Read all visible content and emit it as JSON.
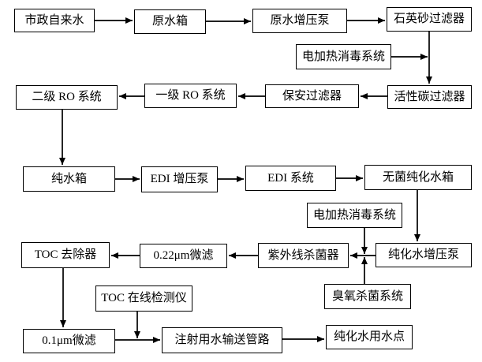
{
  "diagram": {
    "type": "flowchart",
    "background_color": "#ffffff",
    "line_color": "#000000",
    "box_border_color": "#000000",
    "box_fill_color": "#ffffff",
    "text_color": "#000000",
    "nodes": [
      {
        "id": "city-water",
        "label": "市政自来水"
      },
      {
        "id": "raw-tank",
        "label": "原水箱"
      },
      {
        "id": "raw-pump",
        "label": "原水增压泵"
      },
      {
        "id": "quartz-filter",
        "label": "石英砂过滤器"
      },
      {
        "id": "heater-1",
        "label": "电加热消毒系统"
      },
      {
        "id": "carbon-filter",
        "label": "活性碳过滤器"
      },
      {
        "id": "security-filter",
        "label": "保安过滤器"
      },
      {
        "id": "ro-1",
        "label": "一级 RO 系统"
      },
      {
        "id": "ro-2",
        "label": "二级 RO 系统"
      },
      {
        "id": "pure-tank",
        "label": "纯水箱"
      },
      {
        "id": "edi-pump",
        "label": "EDI 增压泵"
      },
      {
        "id": "edi-system",
        "label": "EDI 系统"
      },
      {
        "id": "sterile-tank",
        "label": "无菌纯化水箱"
      },
      {
        "id": "heater-2",
        "label": "电加热消毒系统"
      },
      {
        "id": "purified-pump",
        "label": "纯化水增压泵"
      },
      {
        "id": "uv-sterilizer",
        "label": "紫外线杀菌器"
      },
      {
        "id": "mf-022",
        "label": "0.22μm微滤"
      },
      {
        "id": "toc-remover",
        "label": "TOC 去除器"
      },
      {
        "id": "ozone-system",
        "label": "臭氧杀菌系统"
      },
      {
        "id": "toc-analyzer",
        "label": "TOC 在线检测仪"
      },
      {
        "id": "mf-01",
        "label": "0.1μm微滤"
      },
      {
        "id": "wfi-pipe",
        "label": "注射用水输送管路"
      },
      {
        "id": "pou",
        "label": "纯化水用水点"
      }
    ],
    "edges": [
      {
        "from": "city-water",
        "to": "raw-tank"
      },
      {
        "from": "raw-tank",
        "to": "raw-pump"
      },
      {
        "from": "raw-pump",
        "to": "quartz-filter"
      },
      {
        "from": "quartz-filter",
        "to": "carbon-filter"
      },
      {
        "from": "heater-1",
        "to": "quartz-carbon-line"
      },
      {
        "from": "carbon-filter",
        "to": "security-filter"
      },
      {
        "from": "security-filter",
        "to": "ro-1"
      },
      {
        "from": "ro-1",
        "to": "ro-2"
      },
      {
        "from": "ro-2",
        "to": "pure-tank"
      },
      {
        "from": "pure-tank",
        "to": "edi-pump"
      },
      {
        "from": "edi-pump",
        "to": "edi-system"
      },
      {
        "from": "edi-system",
        "to": "sterile-tank"
      },
      {
        "from": "sterile-tank",
        "to": "purified-pump"
      },
      {
        "from": "heater-2",
        "to": "pump-uv-line"
      },
      {
        "from": "ozone-system",
        "to": "pump-uv-line"
      },
      {
        "from": "purified-pump",
        "to": "uv-sterilizer"
      },
      {
        "from": "uv-sterilizer",
        "to": "mf-022"
      },
      {
        "from": "mf-022",
        "to": "toc-remover"
      },
      {
        "from": "toc-remover",
        "to": "mf-01"
      },
      {
        "from": "toc-analyzer",
        "to": "mf01-wfi-line"
      },
      {
        "from": "mf-01",
        "to": "wfi-pipe"
      },
      {
        "from": "wfi-pipe",
        "to": "pou"
      }
    ]
  }
}
